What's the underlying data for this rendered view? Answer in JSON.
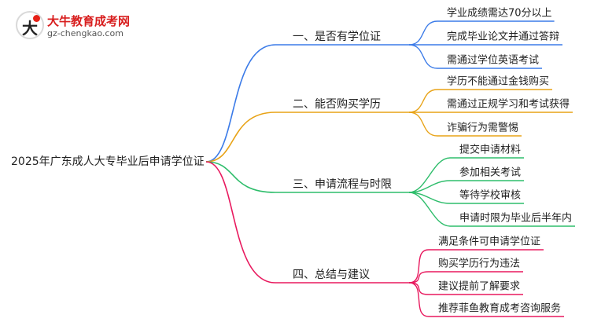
{
  "logo": {
    "name": "大牛教育成考网",
    "url": "gz-chengkao.com"
  },
  "root": {
    "label": "2025年广东成人大专毕业后申请学位证"
  },
  "branches": [
    {
      "label": "一、是否有学位证",
      "color": "#3b7be8",
      "children": [
        "学业成绩需达70分以上",
        "完成毕业论文并通过答辩",
        "需通过学位英语考试"
      ]
    },
    {
      "label": "二、能否购买学历",
      "color": "#e8a317",
      "children": [
        "学历不能通过金钱购买",
        "需通过正规学习和考试获得",
        "诈骗行为需警惕"
      ]
    },
    {
      "label": "三、申请流程与时限",
      "color": "#2ebd6b",
      "children": [
        "提交申请材料",
        "参加相关考试",
        "等待学校审核",
        "申请时限为毕业后半年内"
      ]
    },
    {
      "label": "四、总结与建议",
      "color": "#e8195e",
      "children": [
        "满足条件可申请学位证",
        "购买学历行为违法",
        "建议提前了解要求",
        "推荐菲鱼教育成考咨询服务"
      ]
    }
  ]
}
